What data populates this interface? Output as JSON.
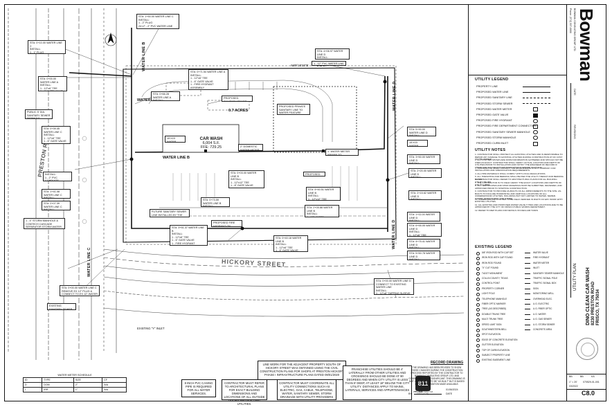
{
  "sheet": {
    "number": "C8.0",
    "plan_title": "UTILITY PLAN",
    "project_name": "DINO CLEAN CAR WASH",
    "project_address": "8230 PRESTON ROAD",
    "project_city": "FRISCO, TX 75034"
  },
  "firm": {
    "name": "Bowman",
    "tagline": "BOWMAN CONSULTING GROUP, LTD.",
    "phone": "Phone: (972) 537-0000"
  },
  "legend": {
    "title": "UTILITY LEGEND",
    "items": [
      {
        "label": "PROPERTY LINE"
      },
      {
        "label": "PROPOSED WATER LINE"
      },
      {
        "label": "PROPOSED SANITARY LINE"
      },
      {
        "label": "PROPOSED STORM SEWER"
      },
      {
        "label": "PROPOSED WATER METER"
      },
      {
        "label": "PROPOSED GATE VALVE"
      },
      {
        "label": "PROPOSED FIRE HYDRANT"
      },
      {
        "label": "PROPOSED FIRE DEPARTMENT CONNECTION"
      },
      {
        "label": "PROPOSED SANITARY SEWER MANHOLE"
      },
      {
        "label": "PROPOSED STORM MANHOLE"
      },
      {
        "label": "PROPOSED CURB INLET"
      }
    ]
  },
  "notes": {
    "title": "UTILITY NOTES",
    "items": [
      "1. CONTRACTOR SHALL PROTECT ALL EXISTING UTILITIES AND IS RESPONSIBLE TO REPAIR ANY DAMAGE TO EXISTING UTILITIES DURING CONSTRUCTION AT NO COST TO THE OWNER.",
      "2. ALL UTILITIES SHOWN ARE FROM INFORMATION GATHERED AND SHOULD NOT BE USED AS EXACT. CONTRACTOR SHALL VERIFY ACTUAL LOCATION AND DEPTH OF UTILITIES PRIOR TO INSTALLATION AND NOTIFY THE ENGINEER OF RECORD IF THERE ARE ANY DEVIATIONS FROM WHAT IS SHOWN ON PLANS.",
      "3. CONTRACTOR SHALL CONTACT THE APPROPRIATE UTILITY COMPANY FOR INSTALLATION AND SPECIFICATION REQUIREMENTS.",
      "4. ALL PIPE MATERIALS SHALL COMPLY WITH LOCAL REGULATIONS.",
      "5. ALL TRENCHING AND BEDDING SHALL BE PER THE UTILITY TRENCH AND BEDDING DETAIL.",
      "6. CONTRACTOR SHALL REFER TO ARCHITECTURAL PLANS FOR ALL BUILDING UTILITY TIE INS.",
      "7. THE CONTRACTOR IS TO FIELD VERIFY THE EXACT LOCATIONS AND DEPTHS OF UTILITY LINES.",
      "8. ALL CERTIFICATES AND SHOP DRAWINGS MUST BE SUBMITTED, REVIEWED, AND APPROVED PRIOR TO STARTING CONSTRUCTION.",
      "9. CONTRACTOR TO PROVIDE AS-BUILTS OF ALL IMPROVEMENTS TO THE SITE. AS-BUILTS TO INCLUDE HORIZONTAL AND VERTICAL LOCATIONS OF ALL UNDERGROUND UTILITIES, INCLUDING BUT NOT LIMITED TO WATER, SEWER, STORM, STRUCTURES, AND OTHER.",
      "10. UNDERGROUND UTILITIES TO BE FIELD VERIFIED IN RIGHT-OF-WAY WORK WITH EXISTING UTILITIES.",
      "11. ALL EXISTING AND PROPOSED WATER VALVE TYPES AND LOCATIONS ARE TO BE APPROVED BY THE CITY OF FRISCO PUBLIC WORKS DEPARTMENT.",
      "12. REFER TO MEP PLANS FOR DETAILS ON RECLAIM TANKS"
    ]
  },
  "existing_legend": {
    "title": "EXISTING LEGEND",
    "left_items": [
      "5/8\" IRON ROD WITH CAP SET",
      "IRON ROD WITH CAP FOUND",
      "IRON ROD FOUND",
      "\"X\" CUT FOUND",
      "TxDOT MONUMENT",
      "COLLIN COUNTY, TEXAS",
      "CONTROL POINT",
      "PROPERTY CORNER",
      "LIGHT POLE",
      "TELEPHONE MANHOLE",
      "FIBER OPTIC MARKER",
      "TREE (AS DESCRIBED)",
      "DOUBLE TRUNK TREE",
      "MULTI TRUNK TREE",
      "SPEED LIMIT SIGN",
      "SOUTHWESTERN BELL",
      "SPOT ELEVATION",
      "EDGE OF CONCRETE ELEVATION",
      "GUTTER ELEVATION",
      "TOP OF CURB ELEVATION",
      "SUBJECT PROPERTY LINE",
      "EXISTING EASEMENT LINE"
    ],
    "right_items": [
      "WATER VALVE",
      "FIRE HYDRANT",
      "WATER METER",
      "INLET",
      "SANITARY SEWER MANHOLE",
      "TRAFFIC SIGNAL POLE",
      "TRAFFIC SIGNAL BOX",
      "SIGN",
      "MONITORING WELL",
      "OVERHEAD ELEC.",
      "U.G. ELECTRIC",
      "U.G. FIBER OPTIC",
      "U.G. WATER",
      "U.G. GAS SEWER",
      "U.G. STORM SEWER",
      "CONCRETE AREA"
    ]
  },
  "title_block": {
    "drawn": "BB",
    "designed": "BB",
    "checked": "KA",
    "date": "03/2022",
    "job_no": "070529-01-001",
    "scale": "1\" = 20'",
    "revisions_label": "REVISIONS",
    "date_label": "DATE"
  },
  "plan_labels": {
    "preston_road": "PRESTON ROAD",
    "water_line_a": "WATER LINE A",
    "water_line_b": "WATER LINE B",
    "water_line_c": "WATER LINE C",
    "water_line_d": "WATER LINE D",
    "car_wash": "CAR WASH",
    "car_wash_area": "6,004 S.F.",
    "car_wash_ffe": "FFE: 729.25",
    "hickory_street": "HICKORY STREET",
    "acres": "0.7 ACRES",
    "north_bearing": "N89°15'03\"E",
    "north_dist": "252.25'",
    "existing_inlet": "EXISTING \"Y\" INLET"
  },
  "callouts": [
    {
      "id": "c1",
      "text": "STA: 0+10.00 WATER LINE C\nINSTALL:\n1 - 1\" PLUG"
    },
    {
      "id": "c2",
      "text": "STA: 1+50.00 WATER LINE C\nINSTALL:\n1 - 2\" PLUG\n24 LF - 2\" PVC WATER LINE"
    },
    {
      "id": "c3",
      "text": "STA: 0+00.00 WATER LINE A\nINSTALL:\n1 - 12\"x6\" TEE\n1 - 6\" GATE VALVE"
    },
    {
      "id": "c4",
      "text": "STA: 0+71.54 WATER LINE A\nINSTALL:\n1 - 12\"x6\" TEE\n1 - 6\" GATE VALVE\n1 - FIRE HYDRANT ASSEMBLY\n10 LF 6\" PUBLIC SERVICE"
    },
    {
      "id": "c5",
      "text": "STA: 0+66.28 WATER LINE A\nINSTALL:\n1 - 12\"x6\" TEE"
    },
    {
      "id": "c6",
      "text": "PROPOSED SANITARY SEWER LINE"
    },
    {
      "id": "c7",
      "text": "PROPOSED PRIVATE SANITARY LINE TO WATER FEATURE"
    },
    {
      "id": "c8",
      "text": "STA: 4+06.97 WATER LINE D\nINSTALL:\n1 - 12\"x12\" TEE"
    },
    {
      "id": "c9",
      "text": "STA: 5+90.00 WATER LINE D\nINSTALL:\n1 - 12\" 45 BEND"
    },
    {
      "id": "c10",
      "text": "1 - 12\" PVC WATER LINE"
    },
    {
      "id": "c11",
      "text": "STA: 2+20.00 WATER LINE D\nINSTALL:\n1 - 12\" 45 BEND"
    },
    {
      "id": "c12",
      "text": "STA: 1+11.00 WATER LINE D\nINSTALL:\n1 - 12\" 45 BEND"
    },
    {
      "id": "c13",
      "text": "STA: 0+00.00 WATER LINE D\nCONNECT TO EXISTING WATER LINE\nINSTALL:\n1 - 12\"x8\" TAPPING SLEEVE AND VALVE"
    },
    {
      "id": "c14",
      "text": "STA: 0+00.00 WATER LINE C\nREMOVE EX 12\" PLUG & CONNECT TO EX 12\" WATER LINE"
    },
    {
      "id": "c15",
      "text": "EXISTING SANITARY SEWER MANHOLE"
    },
    {
      "id": "c16",
      "text": "FUTURE SANITARY SEWER LINE INSTALLED BY THE CITY OF FRISCO"
    },
    {
      "id": "c17",
      "text": "STA: 3+51.37 WATER LINE B\nINSTALL:\n1 - 12\"x6\" TEE\n1 - 6\" GATE VALVE\n1 - FIRE HYDRANT ASSEMBLY\n10 LF 6\" PUBLIC SERVICE"
    },
    {
      "id": "c18",
      "text": "PROPOSED FIRE HYDRANT ON CONCRETE SPLASH PAD"
    },
    {
      "id": "c19",
      "text": "STA: 0+40.18 WATER LINE B\nINSTALL:\n1 - 12\"x6\" TEE\n1 - 6\" GATE VALVE\n1 - 6\" 45 BEND\n45 LF 6\" PRIVATE SERVICE"
    },
    {
      "id": "c20",
      "text": "STA: 4+40.51 WATER LINE B\nINSTALL:\n1 - 12\"x12\" TEE\n1 - 8\" WATER VALVE"
    },
    {
      "id": "c21",
      "text": "STA: 2+05.88 WATER LINE B\nINSTALL:\n1 - 12\"x6\" TEE\n1 - 2\" DOM. METER\n15 LF 2\" DOM. SERVICE"
    },
    {
      "id": "c22",
      "text": "STA: 2+15.62 WATER LINE D\nINSTALL:\n1 - 12\" 45 BEND"
    },
    {
      "id": "c23",
      "text": "STA: 6+55.05 WATER LINE D\nINSTALL:\n1 - 12\"x6\" TEE\n1 - 6\" GATE VALVE"
    },
    {
      "id": "c24",
      "text": "STA: 4+75.41 WATER LINE D\nINSTALL:\n1 - 12\" 45 BEND"
    },
    {
      "id": "c25",
      "text": "STA: 5+50.78 WATER LINE D\nINSTALL:\n1 - 12\" 45 BEND"
    },
    {
      "id": "c26",
      "text": "15'X15' WATER EASEMENT"
    },
    {
      "id": "c27",
      "text": "2\" DOMESTIC WATER METER"
    },
    {
      "id": "c28",
      "text": "1\" WATER METER (REFER TO IRRIGATION PLANS)"
    },
    {
      "id": "c29",
      "text": "STA: 0+39.45 WATER LINE C\nINSTALL:\n1 - 12\"x6\" TEE\n1 - 6\" GATE VALVE\n1 - FIRE HYDRANT ASSEMBLY\n7 LF 6\" PUBLIC SERVICE"
    },
    {
      "id": "c30",
      "text": "STA: 1+41.08 WATER LINE C\nINSTALL:\n1 - 12\" 45 BEND"
    },
    {
      "id": "c31",
      "text": "STA: 2+07.39 WATER LINE C\nINSTALL:\n1 - 12\" 45 BEND"
    },
    {
      "id": "c32",
      "text": "STA: 3+50.00 WATER LINE D\nINSTALL:\n1 - 12\" 45 BEND"
    },
    {
      "id": "c33",
      "text": "STA: 0+73.59 WATER LINE B\nINSTALL:\n1 - 12\" 45 BEND"
    },
    {
      "id": "c34",
      "text": "STA: 0+03.00 WATER LINE B\nINSTALL:\n1 - 12\"x12\" TEE\n1 - 8\" GATE VALVE\n1 - FIRE HYDRANT ASSEMBLY\n10 LF 6\" PUBLIC SERVICE"
    },
    {
      "id": "c35",
      "text": "PUBLIC 5' DIA. SANITARY SEWER MANHOLE"
    },
    {
      "id": "c36",
      "text": "PROPOSED 12\" WATER LINE"
    },
    {
      "id": "c37",
      "text": "INSTALL:\n1 - 2\" PVC CONDUITS\n1 - TRANSFORMER PAD"
    },
    {
      "id": "c38",
      "text": "1 - 4\" STORM MANHOLE & CONTECH CASCADE SEPARATOR STORM WATER QUALITY DEVICE"
    },
    {
      "id": "c39",
      "text": "15'X15' WATER EASEMENT"
    }
  ],
  "bottom_notes": {
    "work_note": "LINE WORK FOR THE ADJACENT PROPERTY SOUTH OF HICKORY STREET WAS OBTAINED USING THE CIVIL CONSTRUCTION PLANS FOR SHOPS AT PRESTON HICKORY PHASE I INFRASTRUCTURE PLANS DATED 09/01/2020",
    "casing_note": "8 INCH PVC CASING PIPE IS REQUIRED FOR ALL WATER SERVICES.",
    "arch_note": "CONTRACTOR MUST REFER TO ARCHITECTURAL PLANS FOR EXACT BUILDING DIMENSIONS AND LOCATIONS OF ALL OUTSIDE DOORS AND BUILDING UTILITIES.",
    "coordinate_note": "CONTRACTOR MUST COORDINATE ALL UTILITY CONNECTIONS SUCH AS ELECTRIC, GAS, CABLE, TELEPHONE, WATER, SANITARY SEWER, STORM DRAINAGE WITH UTILITY PROVIDERS",
    "franchise_note": "FRANCHISE UTILITIES SHOULD BE 4' LATERALLY FROM OTHER UTILITIES AND CROSSINGS SHOULD BE DONE AT 90 DEGREES AND WHEN CITY UTILITY IS LESS THAN 8' DEEP, AT LEAST 18\" BELOW THE CITY UTILITY. DISTANCES APPLY TO MAINS, LATERALS, SERVICES AND APPURTENANCES",
    "record_title": "RECORD DRAWING",
    "record_text": "THE DRAWING HAS BEEN REVISED TO SHOW THOSE CHANGES DURING THE CONSTRUCTION PROCESS REPORTED BY THE CONTRACTOR TO BOWMAN CONSULTING GROUP, LTD. AND CONSIDERED TO BE SIGNIFICANT. THIS DRAWING IS NOT GUARANTEED TO BE \"AS BUILT\" BUT IS BASED ON THE INFORMATION MADE AVAILABLE.",
    "record_by": "BY:",
    "record_date": "DATE",
    "record_date_val": "01/06/2024",
    "badge_811": "811",
    "badge_811_sub": "Know what's below. Call before you dig."
  },
  "meter_table": {
    "title": "WATER METER SCHEDULE",
    "headers": [
      "ID",
      "TYPE",
      "SIZE",
      "CF"
    ],
    "rows": [
      [
        "D",
        "DOM",
        "2\"",
        "N/A"
      ],
      [
        "I",
        "IRR",
        "1\"",
        "N/A"
      ]
    ]
  }
}
